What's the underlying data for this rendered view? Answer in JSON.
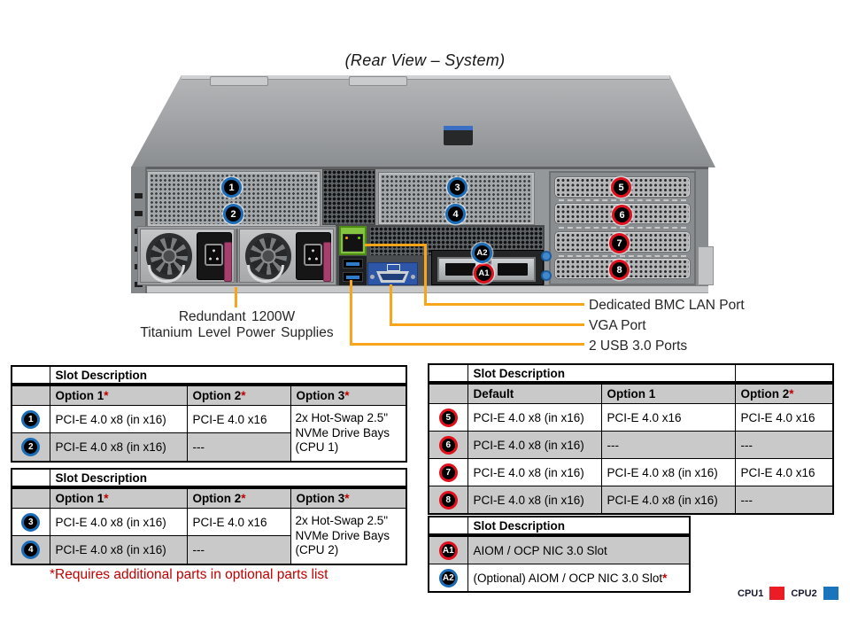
{
  "title": "(Rear View – System)",
  "figure": {
    "psu_label_line1": "Redundant 1200W",
    "psu_label_line2": "Titanium Level Power Supplies",
    "bmc_label": "Dedicated BMC LAN Port",
    "vga_label": "VGA Port",
    "usb_label": "2 USB 3.0 Ports",
    "callouts": [
      {
        "id": "1",
        "ring": "blue"
      },
      {
        "id": "2",
        "ring": "blue"
      },
      {
        "id": "3",
        "ring": "blue"
      },
      {
        "id": "4",
        "ring": "blue"
      },
      {
        "id": "5",
        "ring": "red"
      },
      {
        "id": "6",
        "ring": "red"
      },
      {
        "id": "7",
        "ring": "red"
      },
      {
        "id": "8",
        "ring": "red"
      },
      {
        "id": "A1",
        "ring": "red"
      },
      {
        "id": "A2",
        "ring": "blue"
      }
    ]
  },
  "tables": {
    "slots12": {
      "title": "Slot Description",
      "cols": [
        {
          "label": "Option 1",
          "ast": "*"
        },
        {
          "label": "Option 2",
          "ast": "*"
        },
        {
          "label": "Option 3",
          "ast": "*"
        }
      ],
      "rows": [
        {
          "slot": "1",
          "ring": "blue",
          "cells": [
            "PCI-E 4.0 x8 (in x16)",
            "PCI-E 4.0 x16"
          ]
        },
        {
          "slot": "2",
          "ring": "blue",
          "cells": [
            "PCI-E 4.0 x8 (in x16)",
            "---"
          ]
        }
      ],
      "merged": "2x Hot-Swap 2.5\" NVMe Drive Bays (CPU 1)"
    },
    "slots34": {
      "title": "Slot Description",
      "cols": [
        {
          "label": "Option 1",
          "ast": "*"
        },
        {
          "label": "Option 2",
          "ast": "*"
        },
        {
          "label": "Option 3",
          "ast": "*"
        }
      ],
      "rows": [
        {
          "slot": "3",
          "ring": "blue",
          "cells": [
            "PCI-E 4.0 x8 (in x16)",
            "PCI-E 4.0 x16"
          ]
        },
        {
          "slot": "4",
          "ring": "blue",
          "cells": [
            "PCI-E 4.0 x8 (in x16)",
            "---"
          ]
        }
      ],
      "merged": "2x Hot-Swap 2.5\" NVMe Drive Bays (CPU 2)"
    },
    "slots5678": {
      "title": "Slot Description",
      "cols": [
        {
          "label": "Default"
        },
        {
          "label": "Option 1"
        },
        {
          "label": "Option 2",
          "ast": "*"
        }
      ],
      "rows": [
        {
          "slot": "5",
          "ring": "red",
          "cells": [
            "PCI-E 4.0 x8 (in x16)",
            "PCI-E 4.0 x16",
            "PCI-E 4.0 x16"
          ]
        },
        {
          "slot": "6",
          "ring": "red",
          "cells": [
            "PCI-E 4.0 x8 (in x16)",
            "---",
            "---"
          ]
        },
        {
          "slot": "7",
          "ring": "red",
          "cells": [
            "PCI-E 4.0 x8 (in x16)",
            "PCI-E 4.0 x8 (in x16)",
            "PCI-E 4.0 x16"
          ]
        },
        {
          "slot": "8",
          "ring": "red",
          "cells": [
            "PCI-E 4.0 x8 (in x16)",
            "PCI-E 4.0 x8 (in x16)",
            "---"
          ]
        }
      ]
    },
    "aiom": {
      "title": "Slot Description",
      "rows": [
        {
          "slot": "A1",
          "ring": "red",
          "text": "AIOM / OCP NIC 3.0 Slot"
        },
        {
          "slot": "A2",
          "ring": "blue",
          "text": "(Optional) AIOM / OCP NIC 3.0 Slot",
          "ast": "*"
        }
      ]
    }
  },
  "note": "*Requires additional parts in optional parts list",
  "legend": {
    "items": [
      {
        "label": "CPU1",
        "style": "background:#ec1c24"
      },
      {
        "label": "CPU2",
        "style": "background:#1b75bc"
      }
    ]
  },
  "colors": {
    "callout_blue": "#1b6cb5",
    "callout_red": "#e0111c",
    "line_orange": "#F9A51B"
  }
}
